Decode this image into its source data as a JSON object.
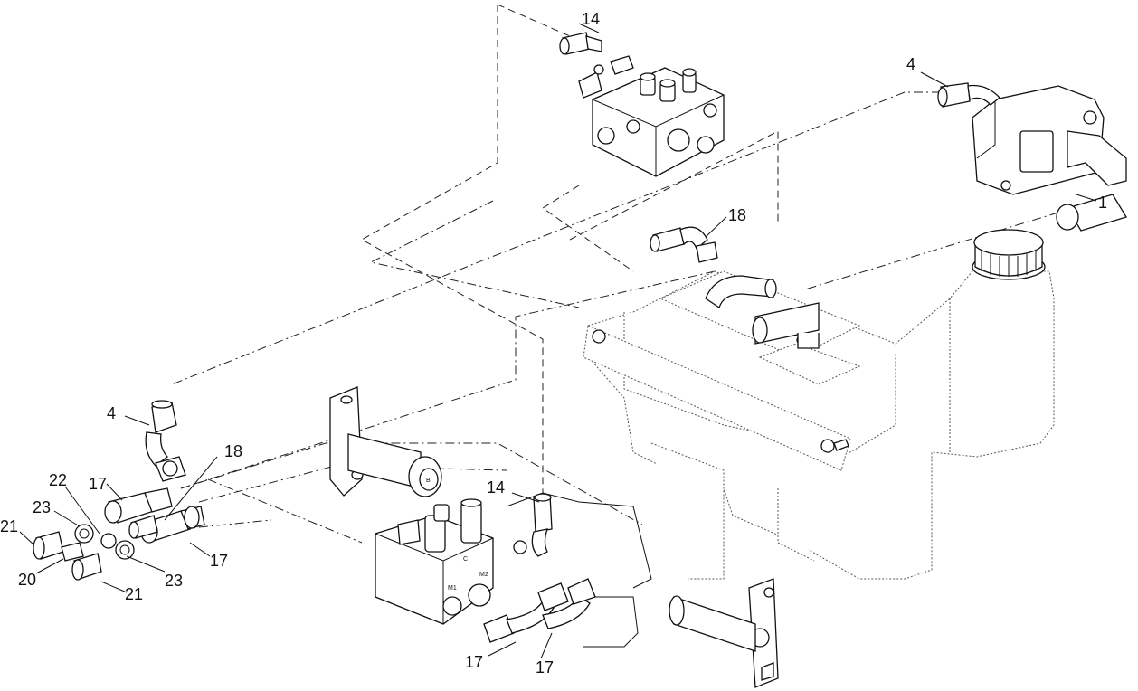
{
  "callouts": {
    "c14_top": "14",
    "c4_right": "4",
    "c1": "1",
    "c18_top": "18",
    "c4_left": "4",
    "c18_mid": "18",
    "c17_left": "17",
    "c22": "22",
    "c23_left": "23",
    "c21_left": "21",
    "c20": "20",
    "c21_bottom": "21",
    "c23_bottom": "23",
    "c17_right": "17",
    "c14_mid": "14",
    "c17_bottom_left": "17",
    "c17_bottom_right": "17"
  },
  "port_marks": {
    "m1": "M1",
    "m2": "M2",
    "b": "B",
    "c": "C"
  }
}
